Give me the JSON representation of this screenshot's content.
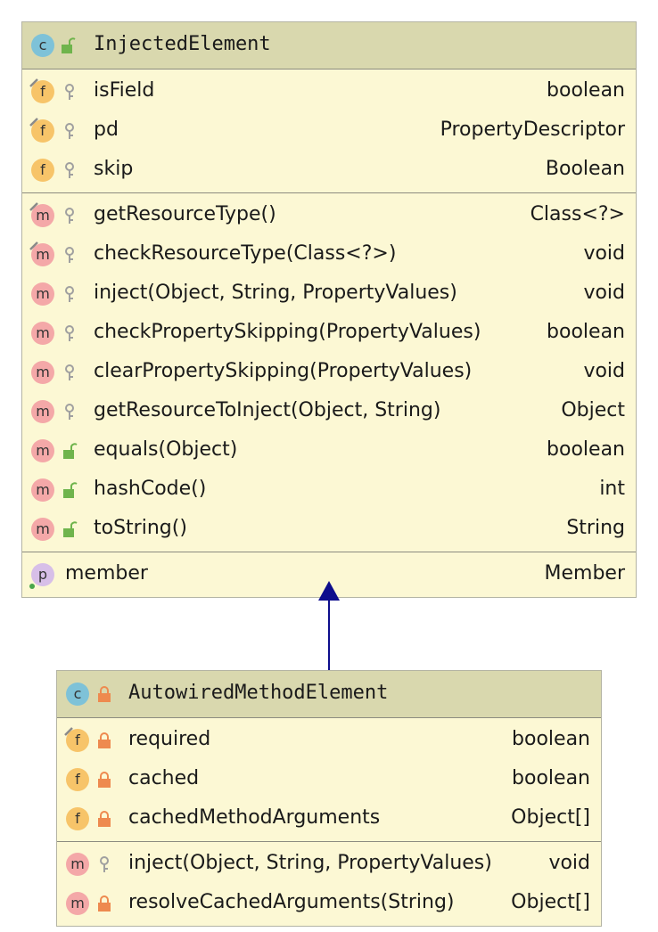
{
  "diagram": {
    "parent": {
      "name": "InjectedElement",
      "fields": [
        {
          "name": "isField",
          "type": "boolean",
          "badge": "f",
          "visibility": "package-key-icon",
          "overlay": true
        },
        {
          "name": "pd",
          "type": "PropertyDescriptor",
          "badge": "f",
          "visibility": "package-key-icon",
          "overlay": true
        },
        {
          "name": "skip",
          "type": "Boolean",
          "badge": "f",
          "visibility": "package-key-icon",
          "overlay": false
        }
      ],
      "methods": [
        {
          "name": "getResourceType()",
          "type": "Class<?>",
          "badge": "m",
          "visibility": "package-key-icon",
          "overlay": true
        },
        {
          "name": "checkResourceType(Class<?>)",
          "type": "void",
          "badge": "m",
          "visibility": "package-key-icon",
          "overlay": true
        },
        {
          "name": "inject(Object, String, PropertyValues)",
          "type": "void",
          "badge": "m",
          "visibility": "package-key-icon",
          "overlay": false
        },
        {
          "name": "checkPropertySkipping(PropertyValues)",
          "type": "boolean",
          "badge": "m",
          "visibility": "package-key-icon",
          "overlay": false
        },
        {
          "name": "clearPropertySkipping(PropertyValues)",
          "type": "void",
          "badge": "m",
          "visibility": "package-key-icon",
          "overlay": false
        },
        {
          "name": "getResourceToInject(Object, String)",
          "type": "Object",
          "badge": "m",
          "visibility": "package-key-icon",
          "overlay": false
        },
        {
          "name": "equals(Object)",
          "type": "boolean",
          "badge": "m",
          "visibility": "public-unlock-icon",
          "overlay": false
        },
        {
          "name": "hashCode()",
          "type": "int",
          "badge": "m",
          "visibility": "public-unlock-icon",
          "overlay": false
        },
        {
          "name": "toString()",
          "type": "String",
          "badge": "m",
          "visibility": "public-unlock-icon",
          "overlay": false
        }
      ],
      "properties": [
        {
          "name": "member",
          "type": "Member",
          "badge": "p"
        }
      ]
    },
    "child": {
      "name": "AutowiredMethodElement",
      "fields": [
        {
          "name": "required",
          "type": "boolean",
          "badge": "f",
          "visibility": "private-lock-icon",
          "overlay": true
        },
        {
          "name": "cached",
          "type": "boolean",
          "badge": "f",
          "visibility": "private-lock-icon",
          "overlay": false
        },
        {
          "name": "cachedMethodArguments",
          "type": "Object[]",
          "badge": "f",
          "visibility": "private-lock-icon",
          "overlay": false
        }
      ],
      "methods": [
        {
          "name": "inject(Object, String, PropertyValues)",
          "type": "void",
          "badge": "m",
          "visibility": "package-key-icon",
          "overlay": false
        },
        {
          "name": "resolveCachedArguments(String)",
          "type": "Object[]",
          "badge": "m",
          "visibility": "private-lock-icon",
          "overlay": false
        }
      ]
    },
    "relation": "inheritance-arrow",
    "colors": {
      "header": "#d9d8ae",
      "body": "#fcf8d4",
      "arrow": "#0d0d8c",
      "field_badge": "#f7c469",
      "method_badge": "#f4a8a8",
      "property_badge": "#d7bfe8",
      "class_badge": "#7ec2d8"
    }
  }
}
